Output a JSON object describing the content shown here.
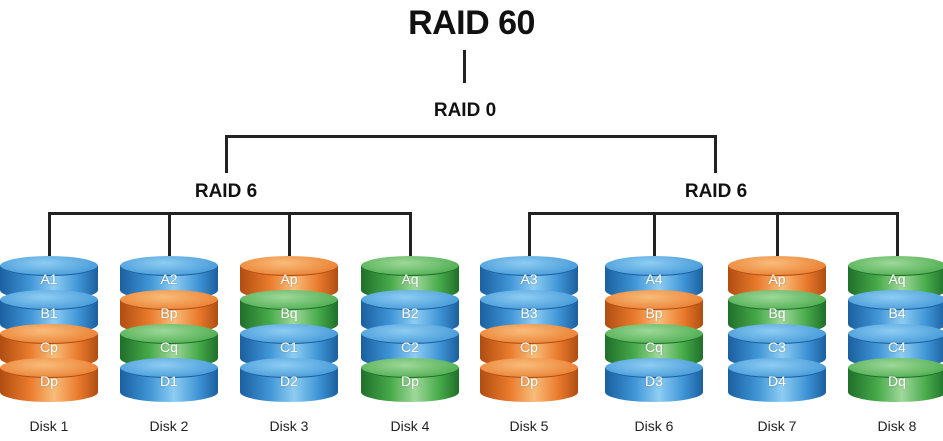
{
  "title": "RAID 60",
  "raid0_label": "RAID 0",
  "groups": [
    {
      "label": "RAID 6"
    },
    {
      "label": "RAID 6"
    }
  ],
  "colors": {
    "blue": {
      "light": "#8ecdf3",
      "mid": "#3f95d6",
      "dark": "#1b5f9f"
    },
    "orange": {
      "light": "#f8bd7a",
      "mid": "#ea7a2c",
      "dark": "#b04d12"
    },
    "green": {
      "light": "#9fd89a",
      "mid": "#47aa4a",
      "dark": "#1f6f2a"
    }
  },
  "disks": [
    {
      "name": "Disk 1",
      "segments": [
        {
          "label": "A1",
          "color": "blue"
        },
        {
          "label": "B1",
          "color": "blue"
        },
        {
          "label": "Cp",
          "color": "orange"
        },
        {
          "label": "Dp",
          "color": "orange"
        }
      ]
    },
    {
      "name": "Disk 2",
      "segments": [
        {
          "label": "A2",
          "color": "blue"
        },
        {
          "label": "Bp",
          "color": "orange"
        },
        {
          "label": "Cq",
          "color": "green"
        },
        {
          "label": "D1",
          "color": "blue"
        }
      ]
    },
    {
      "name": "Disk 3",
      "segments": [
        {
          "label": "Ap",
          "color": "orange"
        },
        {
          "label": "Bq",
          "color": "green"
        },
        {
          "label": "C1",
          "color": "blue"
        },
        {
          "label": "D2",
          "color": "blue"
        }
      ]
    },
    {
      "name": "Disk 4",
      "segments": [
        {
          "label": "Aq",
          "color": "green"
        },
        {
          "label": "B2",
          "color": "blue"
        },
        {
          "label": "C2",
          "color": "blue"
        },
        {
          "label": "Dp",
          "color": "green"
        }
      ]
    },
    {
      "name": "Disk 5",
      "segments": [
        {
          "label": "A3",
          "color": "blue"
        },
        {
          "label": "B3",
          "color": "blue"
        },
        {
          "label": "Cp",
          "color": "orange"
        },
        {
          "label": "Dp",
          "color": "orange"
        }
      ]
    },
    {
      "name": "Disk 6",
      "segments": [
        {
          "label": "A4",
          "color": "blue"
        },
        {
          "label": "Bp",
          "color": "orange"
        },
        {
          "label": "Cq",
          "color": "green"
        },
        {
          "label": "D3",
          "color": "blue"
        }
      ]
    },
    {
      "name": "Disk 7",
      "segments": [
        {
          "label": "Ap",
          "color": "orange"
        },
        {
          "label": "Bq",
          "color": "green"
        },
        {
          "label": "C3",
          "color": "blue"
        },
        {
          "label": "D4",
          "color": "blue"
        }
      ]
    },
    {
      "name": "Disk 8",
      "segments": [
        {
          "label": "Aq",
          "color": "green"
        },
        {
          "label": "B4",
          "color": "blue"
        },
        {
          "label": "C4",
          "color": "blue"
        },
        {
          "label": "Dq",
          "color": "green"
        }
      ]
    }
  ]
}
